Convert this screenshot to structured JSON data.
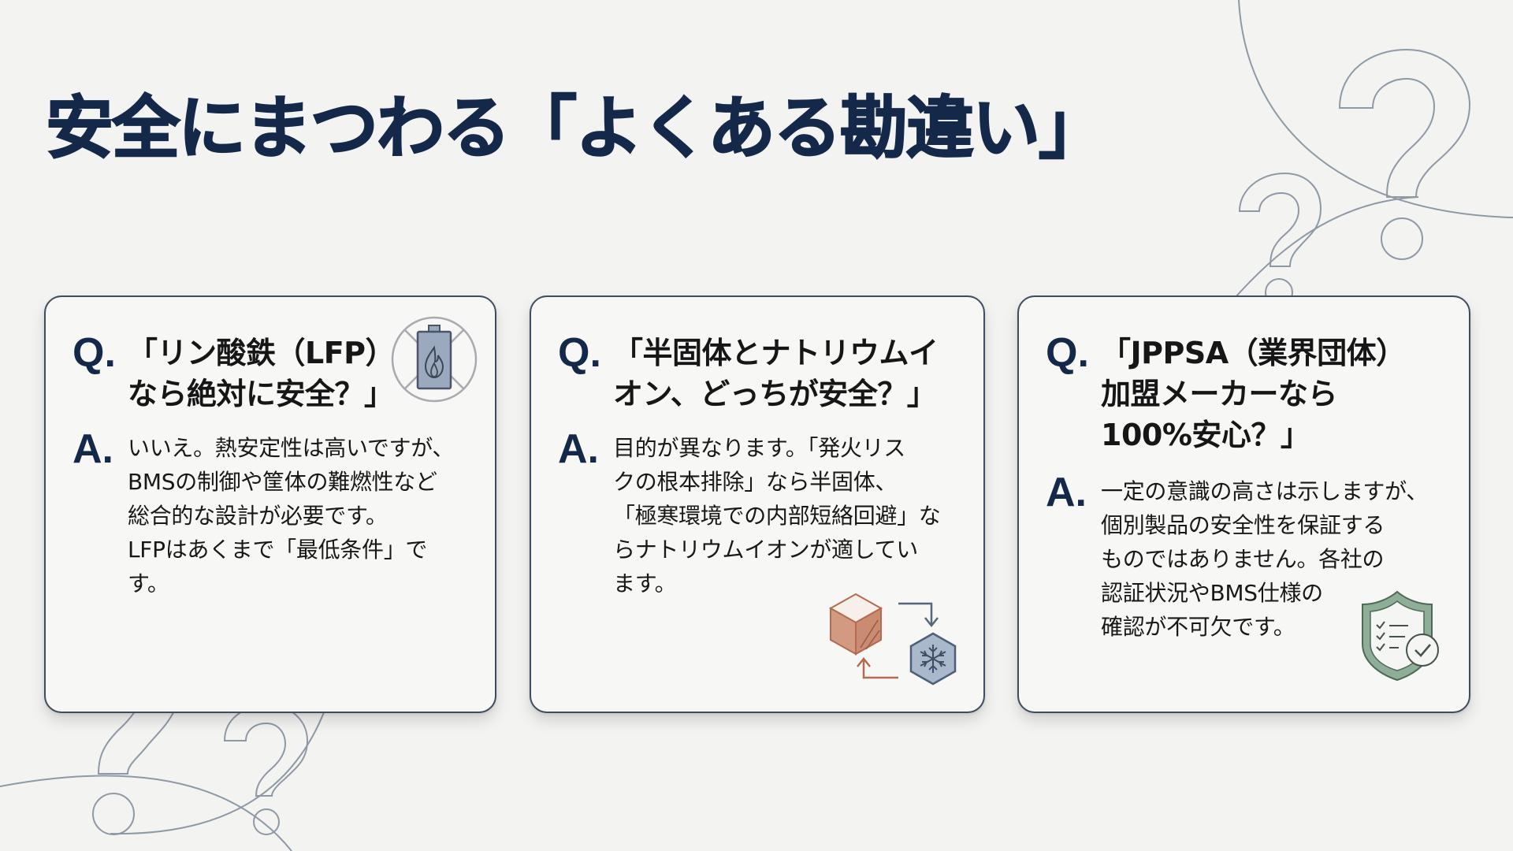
{
  "slide": {
    "title": "安全にまつわる「よくある勘違い」",
    "colors": {
      "background": "#f3f3f1",
      "title": "#14284a",
      "label": "#14284a",
      "card_border": "#3e4c5e",
      "card_fill": "#f7f7f5",
      "battery_icon": "#9aa9bd",
      "cube_icon": "#d39a82",
      "snowflake_icon": "#a9b8cb",
      "shield_icon": "#8fae98"
    }
  },
  "cards": [
    {
      "q_label": "Q.",
      "question_lines": [
        "「リン酸鉄（LFP）",
        "なら絶対に安全？」"
      ],
      "a_label": "A.",
      "answer_lines": [
        "いいえ。熱安定性は高いですが、",
        "BMSの制御や筐体の難燃性など",
        "総合的な設計が必要です。",
        "LFPはあくまで「最低条件」で",
        "す。"
      ],
      "icon": "battery-fire-icon"
    },
    {
      "q_label": "Q.",
      "question_lines": [
        "「半固体とナトリウムイ",
        "オン、どっちが安全？」"
      ],
      "a_label": "A.",
      "answer_lines": [
        "目的が異なります。「発火リス",
        "クの根本排除」なら半固体、",
        "「極寒環境での内部短絡回避」な",
        "らナトリウムイオンが適してい",
        "ます。"
      ],
      "icon": "cube-snowflake-cycle-icon"
    },
    {
      "q_label": "Q.",
      "question_lines": [
        "「JPPSA（業界団体）",
        "加盟メーカーなら",
        "100%安心？」"
      ],
      "a_label": "A.",
      "answer_lines": [
        "一定の意識の高さは示しますが、",
        "個別製品の安全性を保証する",
        "ものではありません。各社の",
        "認証状況やBMS仕様の",
        "確認が不可欠です。"
      ],
      "icon": "shield-checklist-icon"
    }
  ]
}
